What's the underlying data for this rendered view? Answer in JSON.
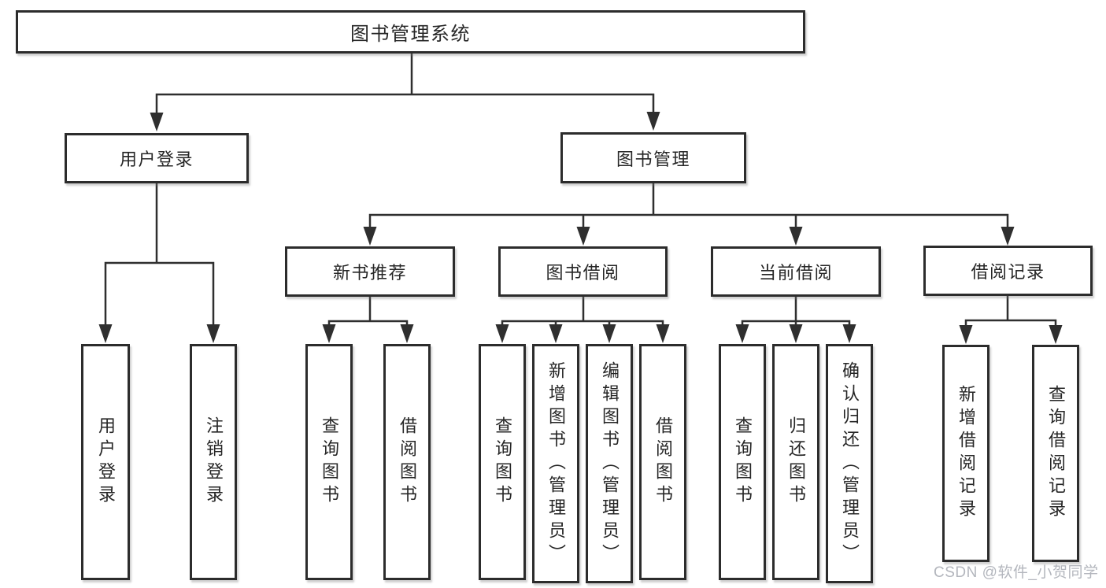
{
  "diagram": {
    "root": {
      "label": "图书管理系统"
    },
    "level2": [
      {
        "label": "用户登录"
      },
      {
        "label": "图书管理"
      }
    ],
    "level3": [
      {
        "label": "新书推荐"
      },
      {
        "label": "图书借阅"
      },
      {
        "label": "当前借阅"
      },
      {
        "label": "借阅记录"
      }
    ],
    "leaves": {
      "user_login": [
        {
          "label": "用户登录"
        },
        {
          "label": "注销登录"
        }
      ],
      "new_book": [
        {
          "label": "查询图书"
        },
        {
          "label": "借阅图书"
        }
      ],
      "borrow": [
        {
          "label": "查询图书"
        },
        {
          "label": "新增图书（管理员）"
        },
        {
          "label": "编辑图书（管理员）"
        },
        {
          "label": "借阅图书"
        }
      ],
      "current": [
        {
          "label": "查询图书"
        },
        {
          "label": "归还图书"
        },
        {
          "label": "确认归还（管理员）"
        }
      ],
      "records": [
        {
          "label": "新增借阅记录"
        },
        {
          "label": "查询借阅记录"
        }
      ]
    }
  },
  "watermark": {
    "text": "CSDN @软件_小贺同学"
  },
  "colors": {
    "line": "#2f2f2f",
    "box_border": "#2c2c2c",
    "text": "#262626",
    "watermark": "#b3b6bd",
    "background": "#ffffff"
  }
}
